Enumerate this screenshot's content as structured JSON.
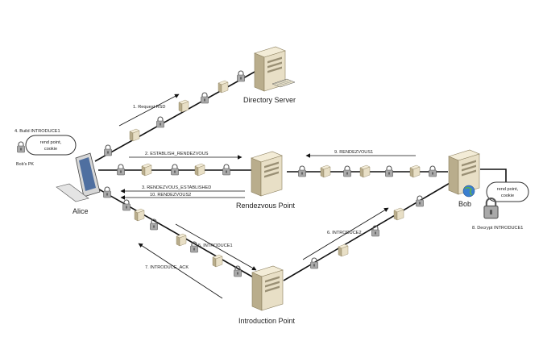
{
  "nodes": {
    "directory_server": "Directory Server",
    "rendezvous_point": "Rendezvous Point",
    "introduction_point": "Introduction Point",
    "alice": "Alice",
    "bob": "Bob"
  },
  "steps": {
    "s1": "1. Request RSD",
    "s2": "2. ESTABLISH_RENDEZVOUS",
    "s3": "3. RENDEZVOUS_ESTABLISHED",
    "s4": "4. Build INTRODUCE1",
    "s5": "5. INTRODUCE1",
    "s6": "6. INTRODUCE2",
    "s7": "7. INTRODUCE_ACK",
    "s8": "8. Decrypt INTRODUCE1",
    "s9": "9. RENDEZVOUS1",
    "s10": "10. RENDEZVOUS2"
  },
  "alice_note": {
    "line1": "rend point,",
    "line2": "cookie",
    "key_label": "Bob's PK"
  },
  "bob_note": {
    "line1": "rend point,",
    "line2": "cookie"
  },
  "colors": {
    "server_body": "#e8dfc6",
    "server_side": "#b9ad8c",
    "lock": "#9a9a9a",
    "line": "#111111",
    "globe": "#3b7fd0"
  }
}
